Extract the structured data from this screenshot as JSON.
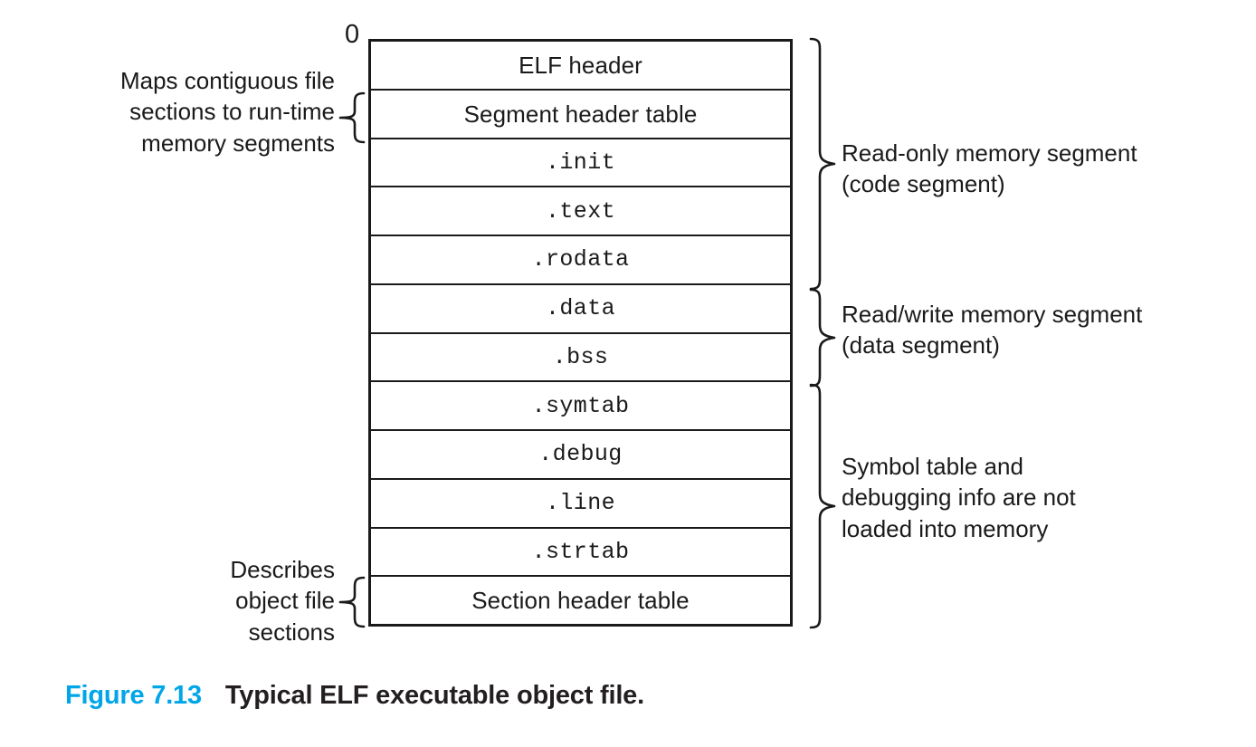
{
  "figure": {
    "origin_label": "0",
    "caption_number": "Figure 7.13",
    "caption_title": "Typical ELF executable object file."
  },
  "accent_color": "#00a6e8",
  "line_color": "#1a1a1a",
  "rows": [
    {
      "label": "ELF header",
      "style": "sans"
    },
    {
      "label": "Segment header table",
      "style": "sans"
    },
    {
      "label": ".init",
      "style": "mono"
    },
    {
      "label": ".text",
      "style": "mono"
    },
    {
      "label": ".rodata",
      "style": "mono"
    },
    {
      "label": ".data",
      "style": "mono"
    },
    {
      "label": ".bss",
      "style": "mono"
    },
    {
      "label": ".symtab",
      "style": "mono"
    },
    {
      "label": ".debug",
      "style": "mono"
    },
    {
      "label": ".line",
      "style": "mono"
    },
    {
      "label": ".strtab",
      "style": "mono"
    },
    {
      "label": "Section header table",
      "style": "sans"
    }
  ],
  "annotations": {
    "maps_segments": "Maps contiguous file\nsections to run-time\nmemory segments",
    "describes_sections": "Describes\nobject file\nsections",
    "read_only_segment": "Read-only memory segment\n(code segment)",
    "read_write_segment": "Read/write memory segment\n(data segment)",
    "symbol_debug": "Symbol table and\ndebugging info are not\nloaded into memory"
  }
}
